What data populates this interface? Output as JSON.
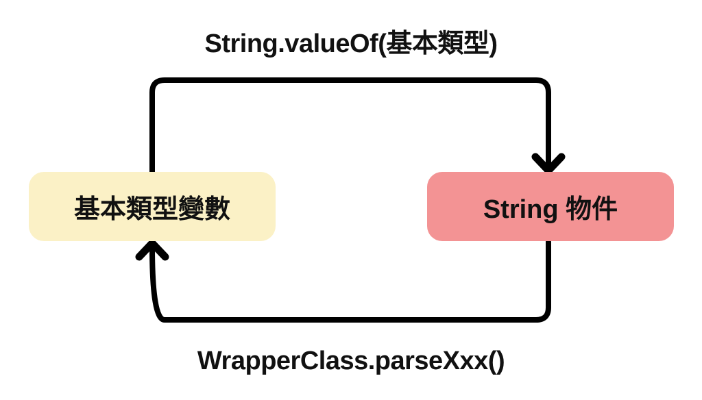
{
  "diagram": {
    "top_label": "String.valueOf(基本類型)",
    "bottom_label": "WrapperClass.parseXxx()",
    "left_box": {
      "label": "基本類型變數",
      "color": "#FBF1C6"
    },
    "right_box": {
      "label": "String 物件",
      "color": "#F39394"
    },
    "arrow_color": "#000000",
    "text_color": "#111111",
    "background_color": "#FFFFFF"
  }
}
